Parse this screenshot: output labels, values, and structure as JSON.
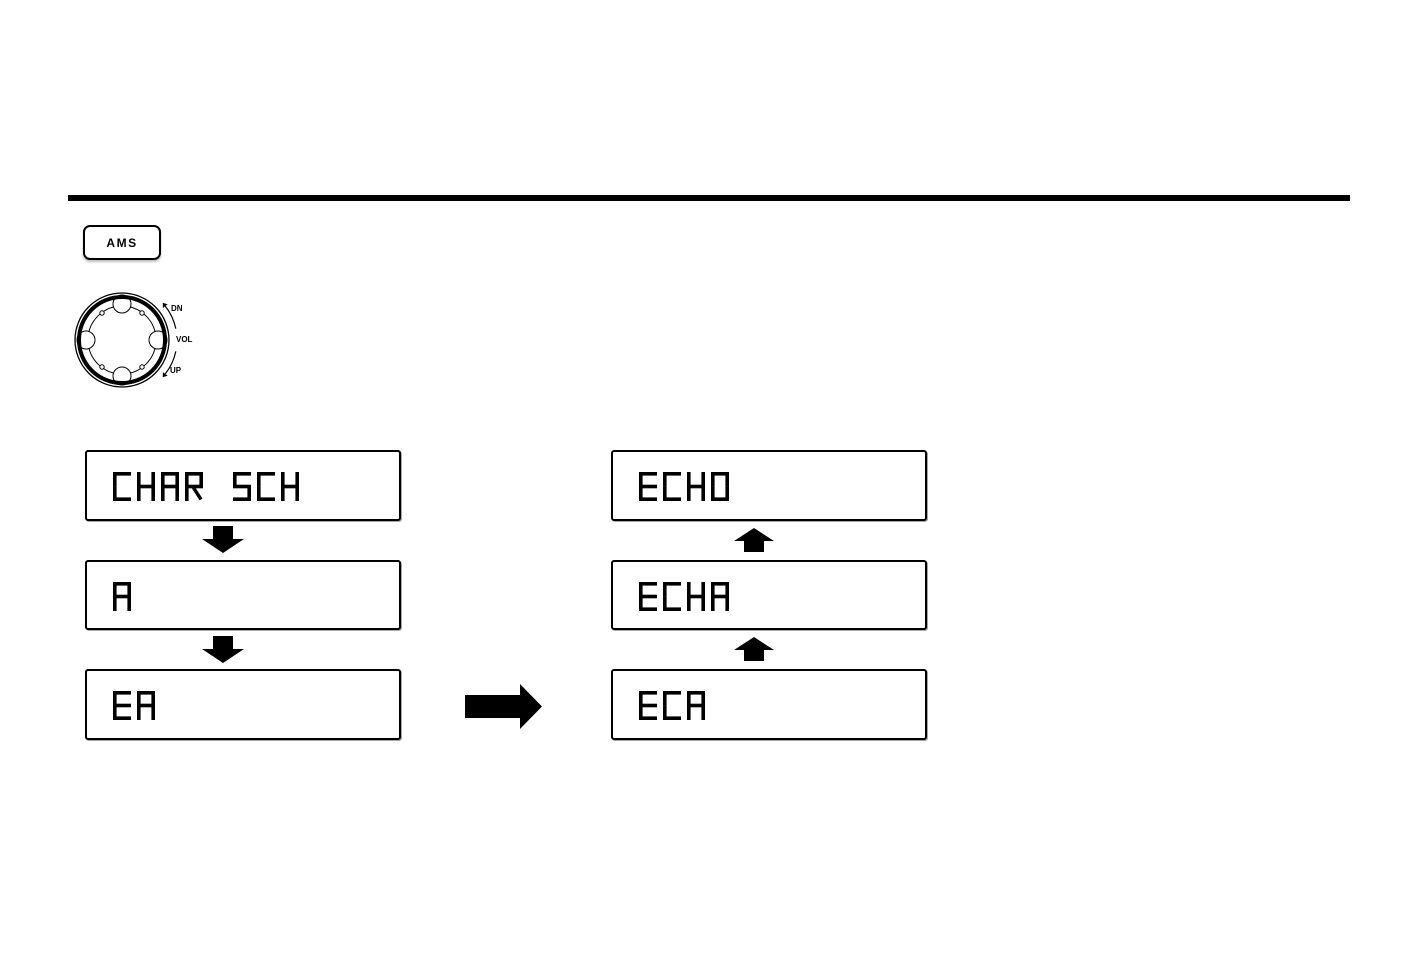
{
  "page": {
    "background_color": "#ffffff",
    "ink_color": "#000000",
    "kind": "instruction-manual-figure"
  },
  "controls": {
    "ams_button": {
      "label": "AMS"
    },
    "jog_dial": {
      "icon": "jog-dial-knob",
      "labels": {
        "down": "DN",
        "volume": "VOL",
        "up": "UP"
      }
    }
  },
  "display_flow": {
    "left_sequence": {
      "connector_icon": "down-arrow",
      "steps": [
        {
          "text": "CHAR SCH"
        },
        {
          "text": "A"
        },
        {
          "text": "EA"
        }
      ]
    },
    "right_sequence": {
      "connector_icon": "up-arrow",
      "steps": [
        {
          "text": "ECHO"
        },
        {
          "text": "ECHA"
        },
        {
          "text": "ECA"
        }
      ]
    },
    "transition_icon": "right-arrow"
  }
}
